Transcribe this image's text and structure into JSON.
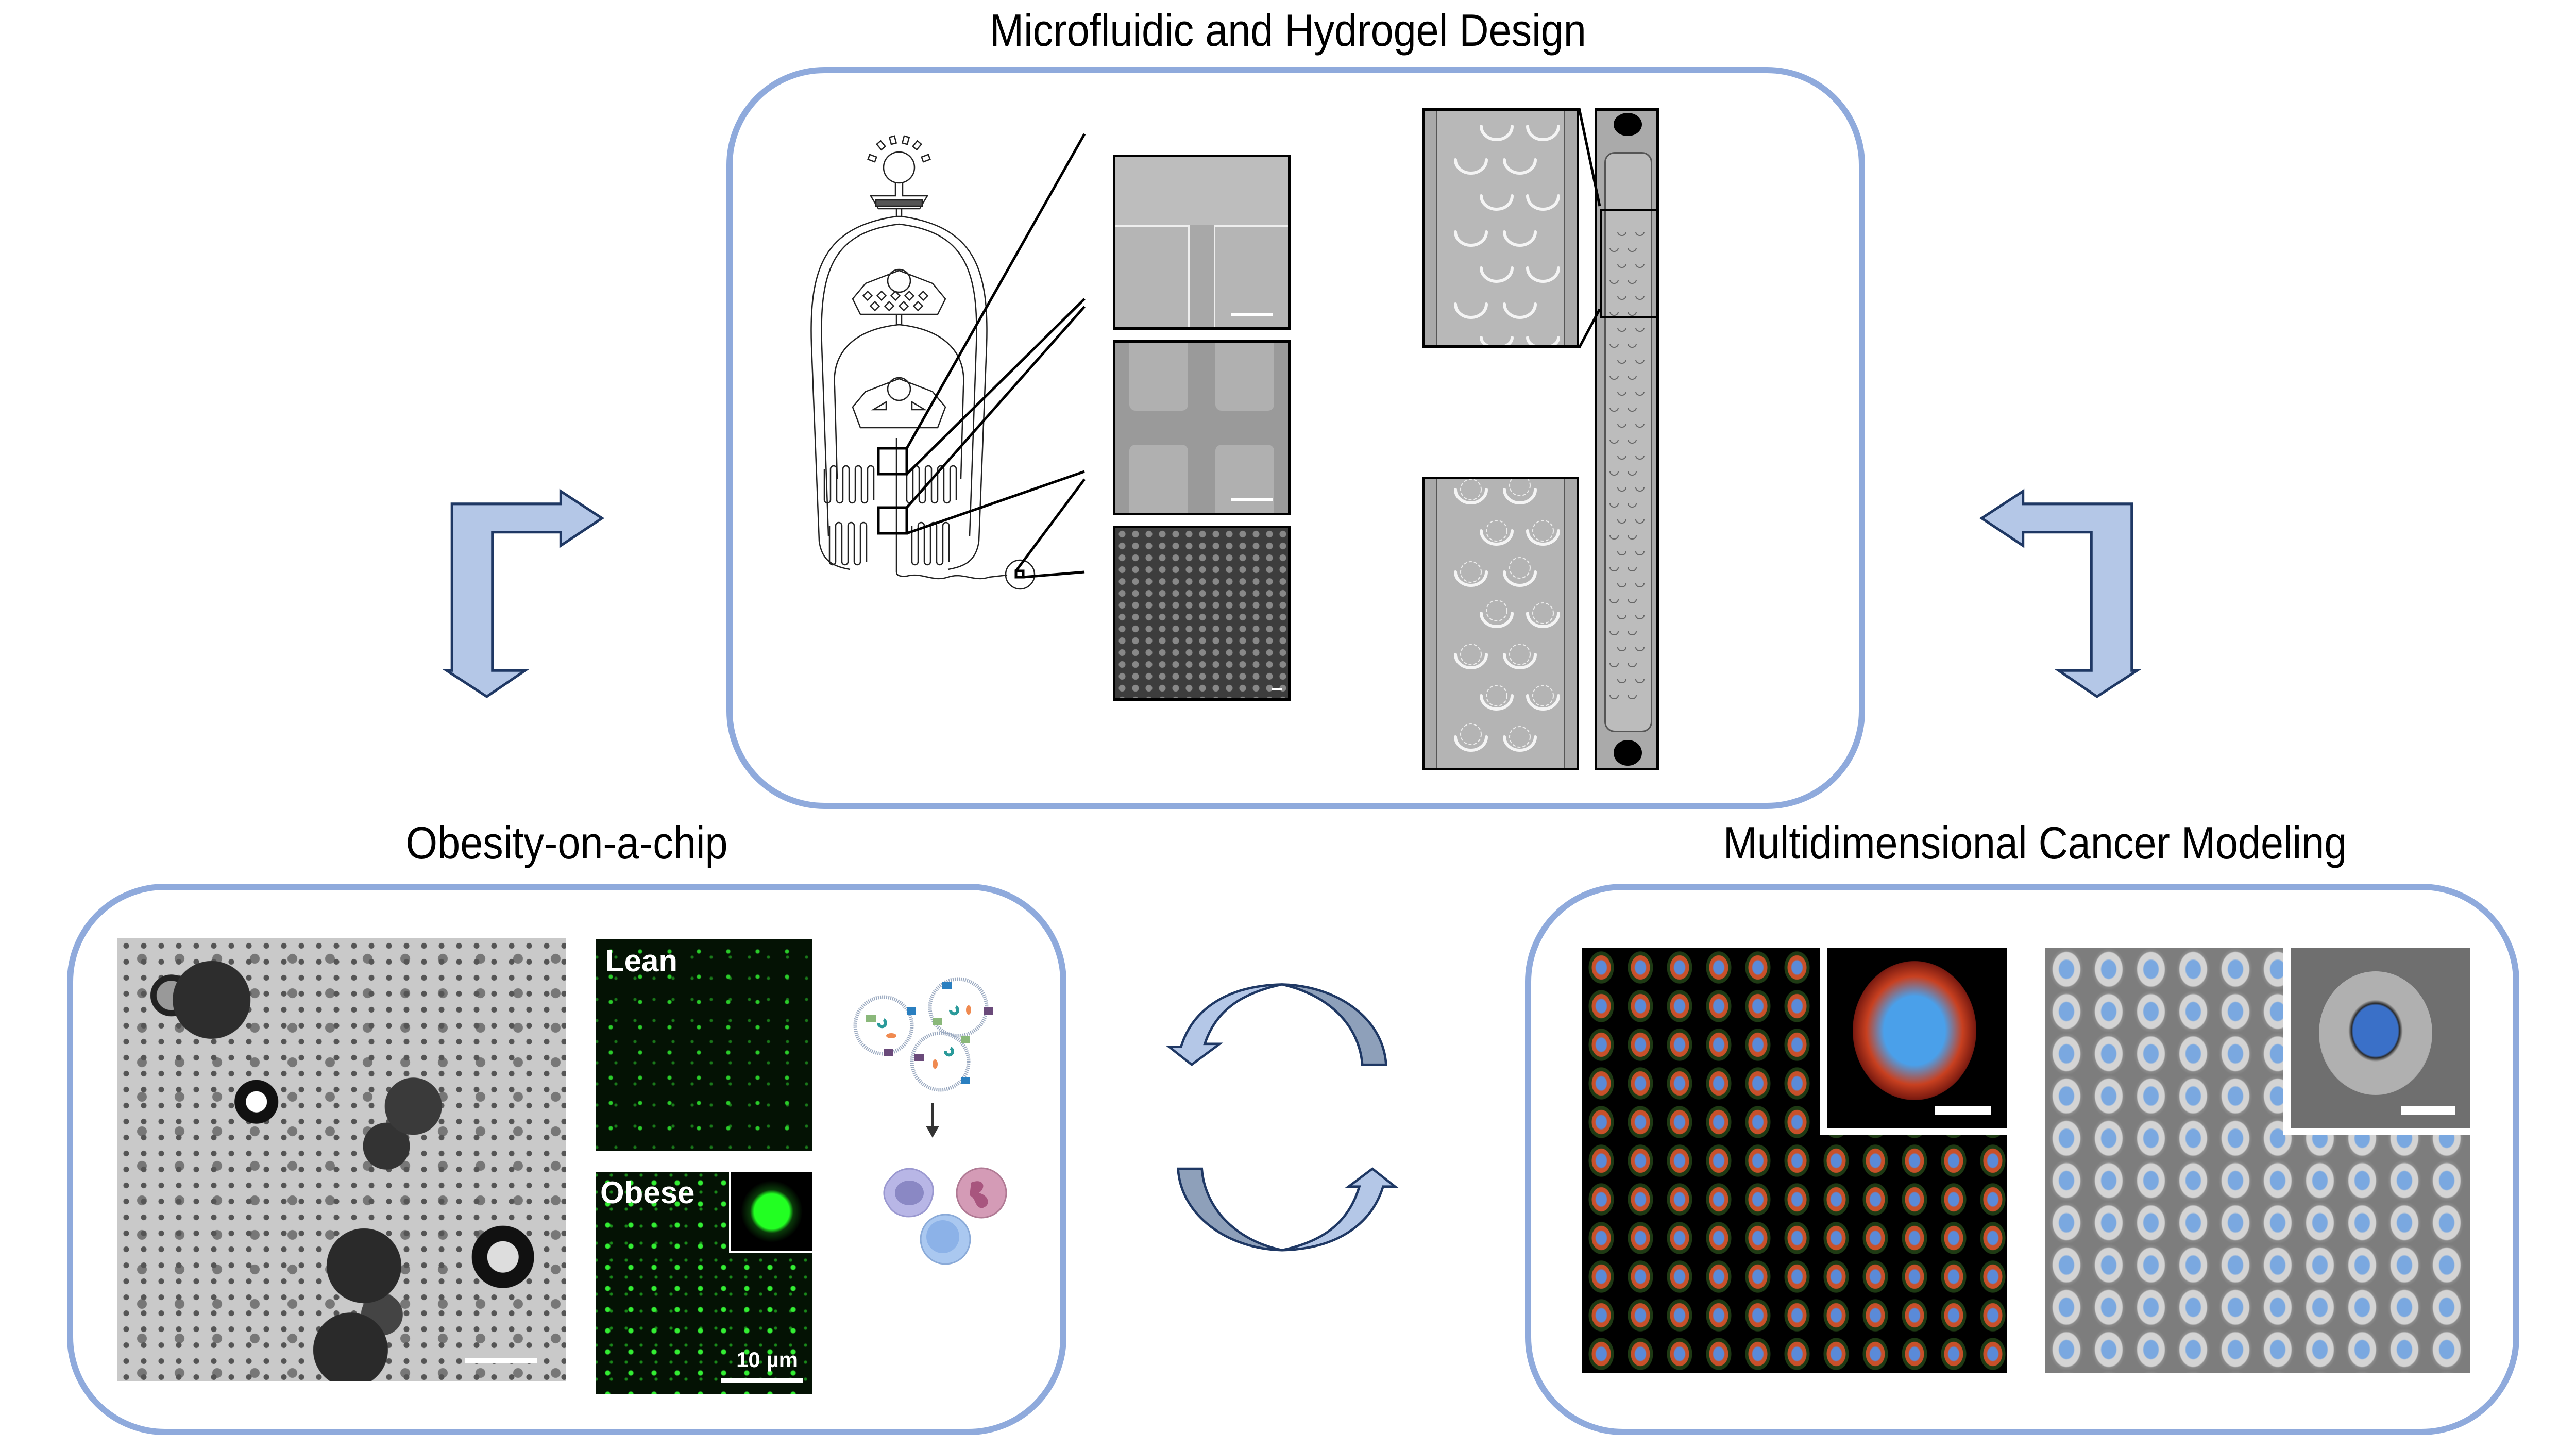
{
  "titles": {
    "top": "Microfluidic and Hydrogel Design",
    "left": "Obesity-on-a-chip",
    "right": "Multidimensional Cancer Modeling"
  },
  "obesity_panel": {
    "fluorescence_labels": {
      "lean": "Lean",
      "obese": "Obese"
    },
    "scale_bar_label": "10 µm"
  },
  "colors": {
    "frame_border": "#8faadc",
    "arrow_fill": "#b4c7e7",
    "arrow_fill_dark": "#8ea0ba",
    "arrow_stroke": "#1f3864",
    "fluorescence_green": "#22dd22",
    "nuclei_blue": "#3a8de0",
    "actin_red": "#e0401e"
  },
  "icons": {
    "left_arrow": "bent-arrow-right-down",
    "right_arrow": "bent-arrow-left-down",
    "cycle": "circular-cycle-arrows",
    "flow_arrow": "arrow-down"
  }
}
